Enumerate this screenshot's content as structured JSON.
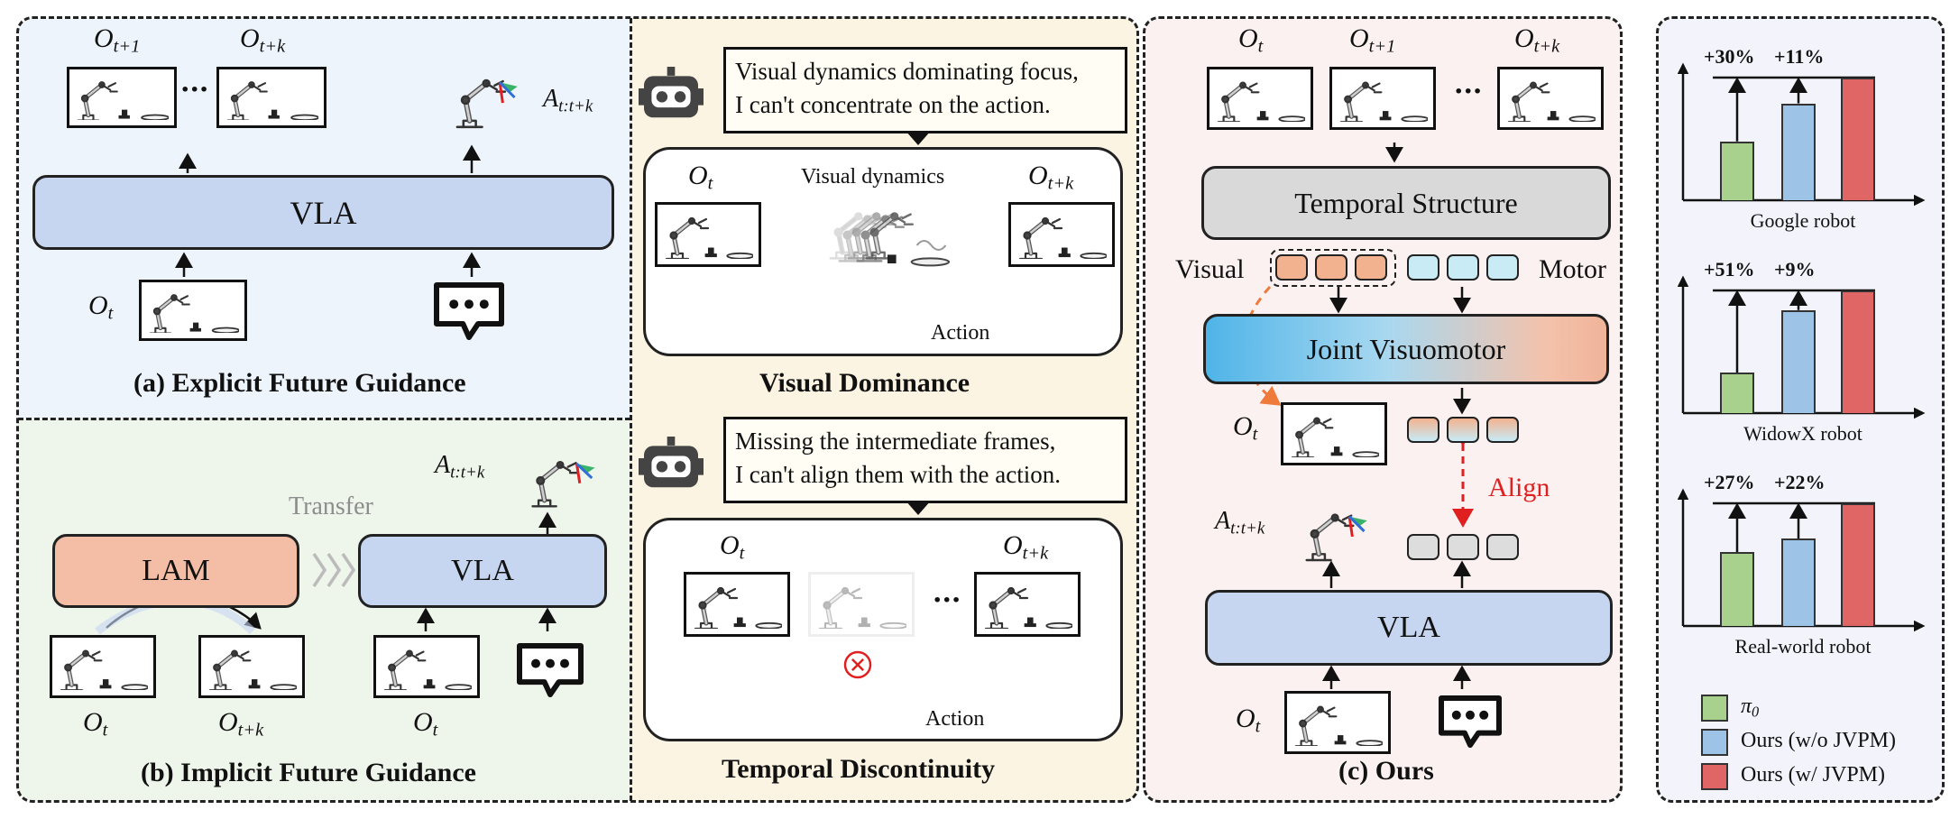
{
  "colors": {
    "panel_a_bg": "#eef4fc",
    "panel_b_bg": "#eef5eb",
    "panel_mid_bg": "#fcf4e2",
    "panel_c_bg": "#fcf1f1",
    "panel_right_bg": "#f3f4fb",
    "vla_blue": "#c6d6f1",
    "lam_orange": "#f4bda5",
    "temporal_gray": "#d9d9d9",
    "visual_token": "#f2b28f",
    "motor_token": "#c8ebf6",
    "bar_green": "#a9d18e",
    "bar_blue": "#9dc3e6",
    "bar_red": "#e06666",
    "align_red": "#e02020"
  },
  "icons": [
    "robot-arm-scene-icon",
    "robot-arm-icon",
    "chat-bubble-icon",
    "robot-head-icon",
    "motion-trajectory-icon",
    "cross-circle-icon"
  ],
  "panel_a": {
    "frame_label_1": "O",
    "frame_label_1_sub": "t+1",
    "ellipsis": "···",
    "frame_label_2": "O",
    "frame_label_2_sub": "t+k",
    "action_label": "A",
    "action_label_sub": "t:t+k",
    "vla_label": "VLA",
    "input_label": "O",
    "input_label_sub": "t",
    "caption": "(a) Explicit Future Guidance"
  },
  "panel_b": {
    "action_label": "A",
    "action_label_sub": "t:t+k",
    "transfer_label": "Transfer",
    "lam_label": "LAM",
    "vla_label": "VLA",
    "frame_label_1": "O",
    "frame_label_1_sub": "t",
    "frame_label_2": "O",
    "frame_label_2_sub": "t+k",
    "frame_label_3": "O",
    "frame_label_3_sub": "t",
    "caption": "(b) Implicit Future Guidance"
  },
  "visual_dominance": {
    "bubble_line_1": "Visual dynamics dominating focus,",
    "bubble_line_2": "I can't concentrate on the action.",
    "frame_label_1": "O",
    "frame_label_1_sub": "t",
    "dynamics_label": "Visual dynamics",
    "frame_label_2": "O",
    "frame_label_2_sub": "t+k",
    "action_label": "Action",
    "caption": "Visual Dominance"
  },
  "temporal_discontinuity": {
    "bubble_line_1": "Missing the intermediate frames,",
    "bubble_line_2": "I can't align them with the action.",
    "frame_label_1": "O",
    "frame_label_1_sub": "t",
    "ellipsis": "···",
    "frame_label_2": "O",
    "frame_label_2_sub": "t+k",
    "action_label": "Action",
    "caption": "Temporal Discontinuity"
  },
  "panel_c": {
    "frame_label_1": "O",
    "frame_label_1_sub": "t",
    "frame_label_2": "O",
    "frame_label_2_sub": "t+1",
    "ellipsis": "···",
    "frame_label_3": "O",
    "frame_label_3_sub": "t+k",
    "temporal_label": "Temporal Structure",
    "visual_label": "Visual",
    "motor_label": "Motor",
    "joint_label": "Joint Visuomotor",
    "obs_label": "O",
    "obs_label_sub": "t",
    "align_label": "Align",
    "action_label": "A",
    "action_label_sub": "t:t+k",
    "vla_label": "VLA",
    "input_label": "O",
    "input_label_sub": "t",
    "caption": "(c) Ours"
  },
  "results": {
    "charts": [
      {
        "name": "Google robot",
        "gain_1": "+30%",
        "gain_2": "+11%",
        "values": [
          0.48,
          0.79,
          1.0
        ]
      },
      {
        "name": "WidowX robot",
        "gain_1": "+51%",
        "gain_2": "+9%",
        "values": [
          0.33,
          0.84,
          1.0
        ]
      },
      {
        "name": "Real-world robot",
        "gain_1": "+27%",
        "gain_2": "+22%",
        "values": [
          0.6,
          0.71,
          1.0
        ]
      }
    ],
    "legend": [
      {
        "symbol": "π",
        "symbol_sub": "0",
        "label": ""
      },
      {
        "symbol": "",
        "symbol_sub": "",
        "label": "Ours (w/o JVPM)"
      },
      {
        "symbol": "",
        "symbol_sub": "",
        "label": "Ours (w/ JVPM)"
      }
    ]
  }
}
